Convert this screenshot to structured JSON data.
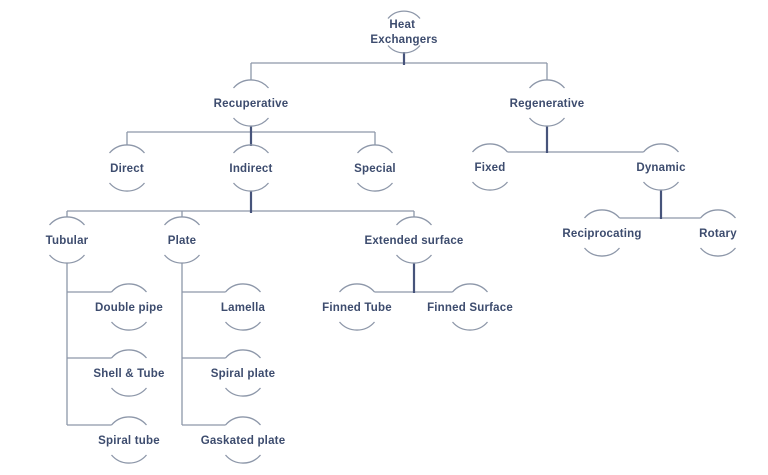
{
  "diagram": {
    "type": "hierarchy-tree",
    "tree": {
      "label_line1": "Heat",
      "label_line2": "Exchangers",
      "children": [
        {
          "label": "Recuperative",
          "children": [
            {
              "label": "Direct"
            },
            {
              "label": "Indirect",
              "children": [
                {
                  "label": "Tubular",
                  "children": [
                    {
                      "label": "Double pipe"
                    },
                    {
                      "label": "Shell & Tube"
                    },
                    {
                      "label": "Spiral tube"
                    }
                  ]
                },
                {
                  "label": "Plate",
                  "children": [
                    {
                      "label": "Lamella"
                    },
                    {
                      "label": "Spiral plate"
                    },
                    {
                      "label": "Gaskated plate"
                    }
                  ]
                },
                {
                  "label": "Extended surface",
                  "children": [
                    {
                      "label": "Finned Tube"
                    },
                    {
                      "label": "Finned Surface"
                    }
                  ]
                }
              ]
            },
            {
              "label": "Special"
            }
          ]
        },
        {
          "label": "Regenerative",
          "children": [
            {
              "label": "Fixed"
            },
            {
              "label": "Dynamic",
              "children": [
                {
                  "label": "Reciprocating"
                },
                {
                  "label": "Rotary"
                }
              ]
            }
          ]
        }
      ]
    },
    "colors": {
      "label_text": "#3d4c6e",
      "node_outline": "#8d97a9",
      "connector_line": "#8d97a9",
      "connector_accent": "#47547b",
      "background": "#ffffff"
    }
  }
}
